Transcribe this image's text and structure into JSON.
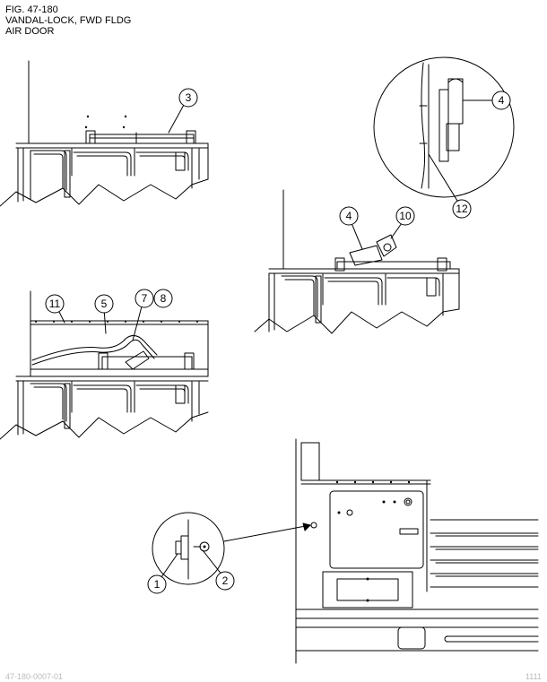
{
  "figure": {
    "title_lines": [
      "FIG. 47-180",
      "VANDAL-LOCK, FWD FLDG",
      "AIR DOOR"
    ]
  },
  "callouts": {
    "c1": "1",
    "c2": "2",
    "c3": "3",
    "c4a": "4",
    "c4b": "4",
    "c5": "5",
    "c7": "7",
    "c8": "8",
    "c10": "10",
    "c11": "11",
    "c12": "12"
  },
  "footer": {
    "left": "47-180-0007-01",
    "right": "1111"
  },
  "colors": {
    "ink": "#000000",
    "footer": "#bbbbbb"
  }
}
